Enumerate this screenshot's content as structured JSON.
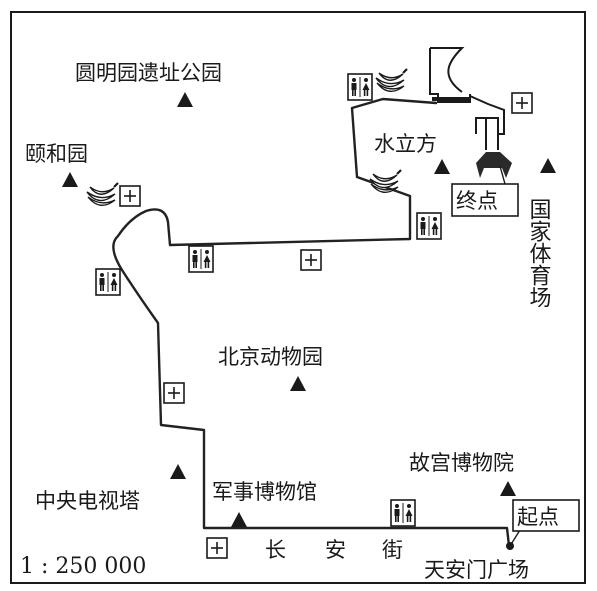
{
  "landmarks": {
    "yuanmingyuan": "圆明园遗址公园",
    "yiheyuan": "颐和园",
    "shuilifang": "水立方",
    "guojiatiyuchang": "国家体育场",
    "beijing_zoo": "北京动物园",
    "cctv_tower": "中央电视塔",
    "military_museum": "军事博物馆",
    "palace_museum": "故宫博物院",
    "tiananmen_square": "天安门广场"
  },
  "route": {
    "start_label": "起点",
    "end_label": "终点",
    "street_chars": [
      "长",
      "安",
      "街"
    ]
  },
  "scale_text": "1 : 250 000",
  "icons": [
    "restroom-icon",
    "first-aid-icon",
    "banana-supply-icon",
    "landmark-triangle-icon"
  ]
}
